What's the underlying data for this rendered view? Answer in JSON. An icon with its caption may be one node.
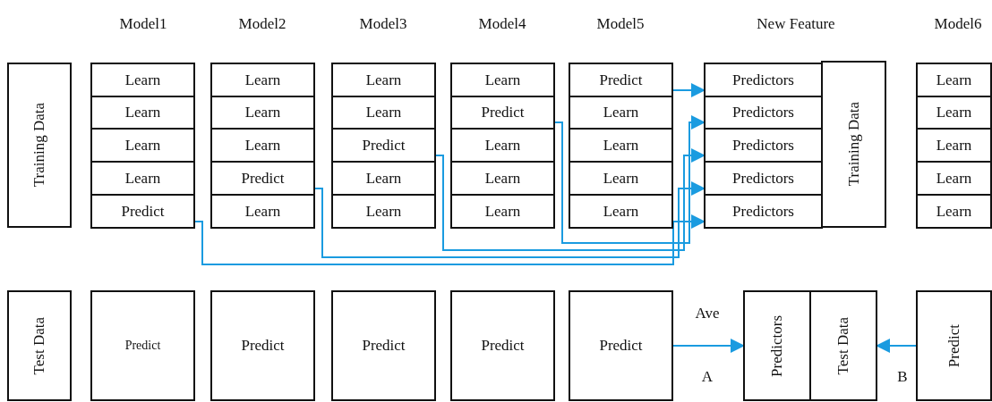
{
  "diagram": {
    "nodes": [
      {
        "text": [
          "Training Data"
        ]
      },
      {
        "text": [
          "Learn"
        ]
      },
      {
        "text": [
          "Learn"
        ]
      },
      {
        "text": [
          "Learn"
        ]
      },
      {
        "text": [
          "Learn"
        ]
      },
      {
        "text": [
          "Predict"
        ]
      },
      {
        "text": [
          "Learn"
        ]
      },
      {
        "text": [
          "Learn"
        ]
      },
      {
        "text": [
          "Learn"
        ]
      },
      {
        "text": [
          "Predict"
        ]
      },
      {
        "text": [
          "Learn"
        ]
      },
      {
        "text": [
          "Learn"
        ]
      },
      {
        "text": [
          "Learn"
        ]
      },
      {
        "text": [
          "Predict"
        ]
      },
      {
        "text": [
          "Learn"
        ]
      },
      {
        "text": [
          "Learn"
        ]
      },
      {
        "text": [
          "Learn"
        ]
      },
      {
        "text": [
          "Predict"
        ]
      },
      {
        "text": [
          "Learn"
        ]
      },
      {
        "text": [
          "Learn"
        ]
      },
      {
        "text": [
          "Learn"
        ]
      },
      {
        "text": [
          "Predict"
        ]
      },
      {
        "text": [
          "Learn"
        ]
      },
      {
        "text": [
          "Learn"
        ]
      },
      {
        "text": [
          "Learn"
        ]
      },
      {
        "text": [
          "Learn"
        ]
      },
      {
        "text": [
          "Predictors"
        ]
      },
      {
        "text": [
          "Predictors"
        ]
      },
      {
        "text": [
          "Predictors"
        ]
      },
      {
        "text": [
          "Predictors"
        ]
      },
      {
        "text": [
          "Predictors"
        ]
      },
      {
        "text": [
          "Training Data"
        ]
      },
      {
        "text": [
          "Learn"
        ]
      },
      {
        "text": [
          "Learn"
        ]
      },
      {
        "text": [
          "Learn"
        ]
      },
      {
        "text": [
          "Learn"
        ]
      },
      {
        "text": [
          "Learn"
        ]
      },
      {
        "text": [
          "Test Data"
        ]
      },
      {
        "text": [
          "Predict"
        ]
      },
      {
        "text": [
          "Predict"
        ]
      },
      {
        "text": [
          "Predict"
        ]
      },
      {
        "text": [
          "Predict"
        ]
      },
      {
        "text": [
          "Predict"
        ]
      },
      {
        "text": [
          "Predictors"
        ]
      },
      {
        "text": [
          "Test Data"
        ]
      },
      {
        "text": [
          "Predict"
        ]
      }
    ],
    "edges": [
      {
        "from": 21,
        "to": 26,
        "arrow": "to"
      },
      {
        "from": 17,
        "to": 27,
        "arrow": "to"
      },
      {
        "from": 13,
        "to": 28,
        "arrow": "to"
      },
      {
        "from": 9,
        "to": 29,
        "arrow": "to"
      },
      {
        "from": 5,
        "to": 30,
        "arrow": "to"
      },
      {
        "from": 42,
        "to": 43,
        "arrow": "to"
      },
      {
        "from": 45,
        "to": 44,
        "arrow": "to"
      }
    ],
    "labels": [
      "Model1",
      "Model2",
      "Model3",
      "Model4",
      "Model5",
      "New Feature",
      "Model6",
      "Ave",
      "A",
      "B"
    ]
  }
}
